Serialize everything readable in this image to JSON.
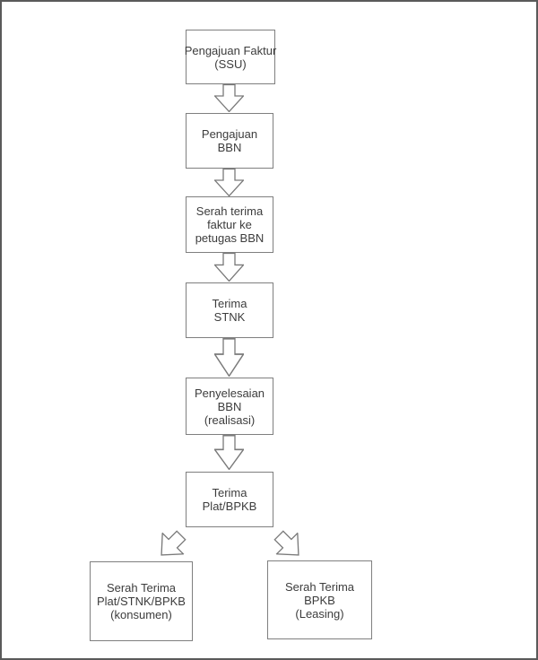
{
  "colors": {
    "background": "#ffffff",
    "canvas_border": "#5a5a5a",
    "box_border": "#7f7f7f",
    "text": "#3c3c3c",
    "arrow_outline": "#7a7a7a",
    "arrow_fill": "#ffffff"
  },
  "flowchart": {
    "nodes": [
      {
        "id": "pengajuan-faktur-ssu",
        "label": "Pengajuan Faktur\n(SSU)"
      },
      {
        "id": "pengajuan-bbn",
        "label": "Pengajuan\nBBN"
      },
      {
        "id": "serah-terima-faktur",
        "label": "Serah terima\nfaktur ke\npetugas BBN"
      },
      {
        "id": "terima-stnk",
        "label": "Terima\nSTNK"
      },
      {
        "id": "penyelesaian-bbn",
        "label": "Penyelesaian\nBBN\n(realisasi)"
      },
      {
        "id": "terima-plat-bpkb",
        "label": "Terima\nPlat/BPKB"
      },
      {
        "id": "serah-terima-konsumen",
        "label": "Serah Terima\nPlat/STNK/BPKB\n(konsumen)"
      },
      {
        "id": "serah-terima-leasing",
        "label": "Serah Terima\nBPKB\n(Leasing)"
      }
    ],
    "arrows": [
      {
        "from": "pengajuan-faktur-ssu",
        "to": "pengajuan-bbn",
        "direction": "down"
      },
      {
        "from": "pengajuan-bbn",
        "to": "serah-terima-faktur",
        "direction": "down"
      },
      {
        "from": "serah-terima-faktur",
        "to": "terima-stnk",
        "direction": "down"
      },
      {
        "from": "terima-stnk",
        "to": "penyelesaian-bbn",
        "direction": "down"
      },
      {
        "from": "penyelesaian-bbn",
        "to": "terima-plat-bpkb",
        "direction": "down"
      },
      {
        "from": "terima-plat-bpkb",
        "to": "serah-terima-konsumen",
        "direction": "down-left"
      },
      {
        "from": "terima-plat-bpkb",
        "to": "serah-terima-leasing",
        "direction": "down-right"
      }
    ]
  }
}
